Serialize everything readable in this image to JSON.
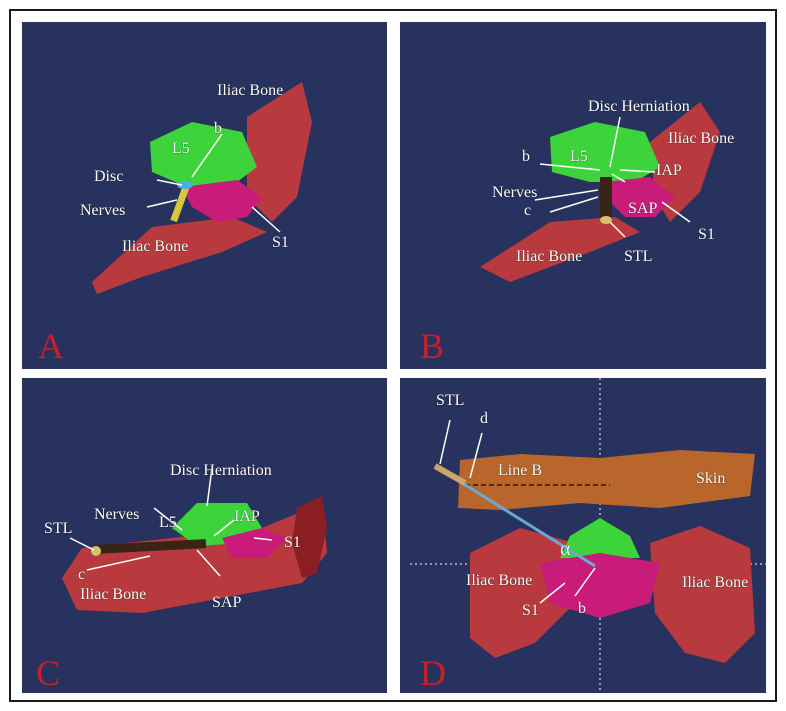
{
  "colors": {
    "background": "#28325e",
    "bone": "#b83a3e",
    "sacrum": "#c91c7a",
    "vertebra": "#3cd43a",
    "nerve": "#d6c83a",
    "skin": "#b8662c",
    "panel_letter": "#c8202a"
  },
  "panels": {
    "A": {
      "letter": "A",
      "labels": {
        "iliac_bone_top": "Iliac Bone",
        "b": "b",
        "l5": "L5",
        "disc": "Disc",
        "nerves": "Nerves",
        "iliac_bone_bottom": "Iliac Bone",
        "s1": "S1"
      }
    },
    "B": {
      "letter": "B",
      "labels": {
        "disc_herniation": "Disc Herniation",
        "iliac_bone_right": "Iliac Bone",
        "b": "b",
        "l5": "L5",
        "iap": "IAP",
        "nerves": "Nerves",
        "c": "c",
        "sap": "SAP",
        "s1": "S1",
        "iliac_bone_left": "Iliac Bone",
        "stl": "STL"
      }
    },
    "C": {
      "letter": "C",
      "labels": {
        "disc_herniation": "Disc Herniation",
        "nerves": "Nerves",
        "l5": "L5",
        "iap": "IAP",
        "stl": "STL",
        "s1": "S1",
        "c": "c",
        "iliac_bone": "Iliac Bone",
        "sap": "SAP"
      }
    },
    "D": {
      "letter": "D",
      "labels": {
        "stl": "STL",
        "d": "d",
        "line_b": "Line B",
        "skin": "Skin",
        "alpha": "α",
        "iliac_bone_left": "Iliac Bone",
        "iliac_bone_right": "Iliac Bone",
        "s1": "S1",
        "b": "b"
      }
    }
  }
}
